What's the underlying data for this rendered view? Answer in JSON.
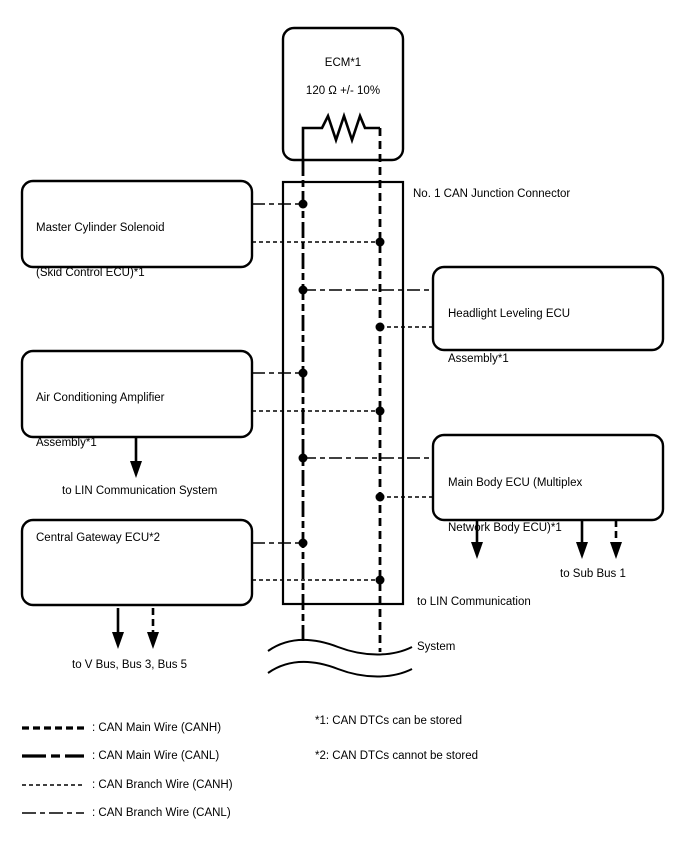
{
  "diagram": {
    "title_hint": "CAN communication system wiring diagram",
    "ecm": {
      "title": "ECM*1",
      "resistance": "120 Ω +/- 10%"
    },
    "junction_label": "No. 1 CAN Junction Connector",
    "boxes": {
      "master": {
        "line1": "Master Cylinder Solenoid",
        "line2": "(Skid Control ECU)*1"
      },
      "headlight": {
        "line1": "Headlight Leveling ECU",
        "line2": "Assembly*1"
      },
      "ac": {
        "line1": "Air Conditioning Amplifier",
        "line2": "Assembly*1"
      },
      "main_body": {
        "line1": "Main Body ECU (Multiplex",
        "line2": "Network Body ECU)*1"
      },
      "gateway": {
        "line1": "Central Gateway ECU*2"
      }
    },
    "annotations": {
      "ac_lin": "to LIN Communication System",
      "gateway_bus": "to V Bus, Bus 3, Bus 5",
      "mainbody_lin_line1": "to LIN Communication",
      "mainbody_lin_line2": "System",
      "sub_bus": "to Sub Bus 1"
    },
    "legend": [
      {
        "label": ": CAN Main Wire (CANH)"
      },
      {
        "label": ": CAN Main Wire (CANL)"
      },
      {
        "label": ": CAN Branch Wire (CANH)"
      },
      {
        "label": ": CAN Branch Wire (CANL)"
      }
    ],
    "notes": [
      "*1: CAN DTCs can be stored",
      "*2: CAN DTCs cannot be stored"
    ],
    "colors": {
      "line": "#000000",
      "background": "#ffffff"
    }
  }
}
